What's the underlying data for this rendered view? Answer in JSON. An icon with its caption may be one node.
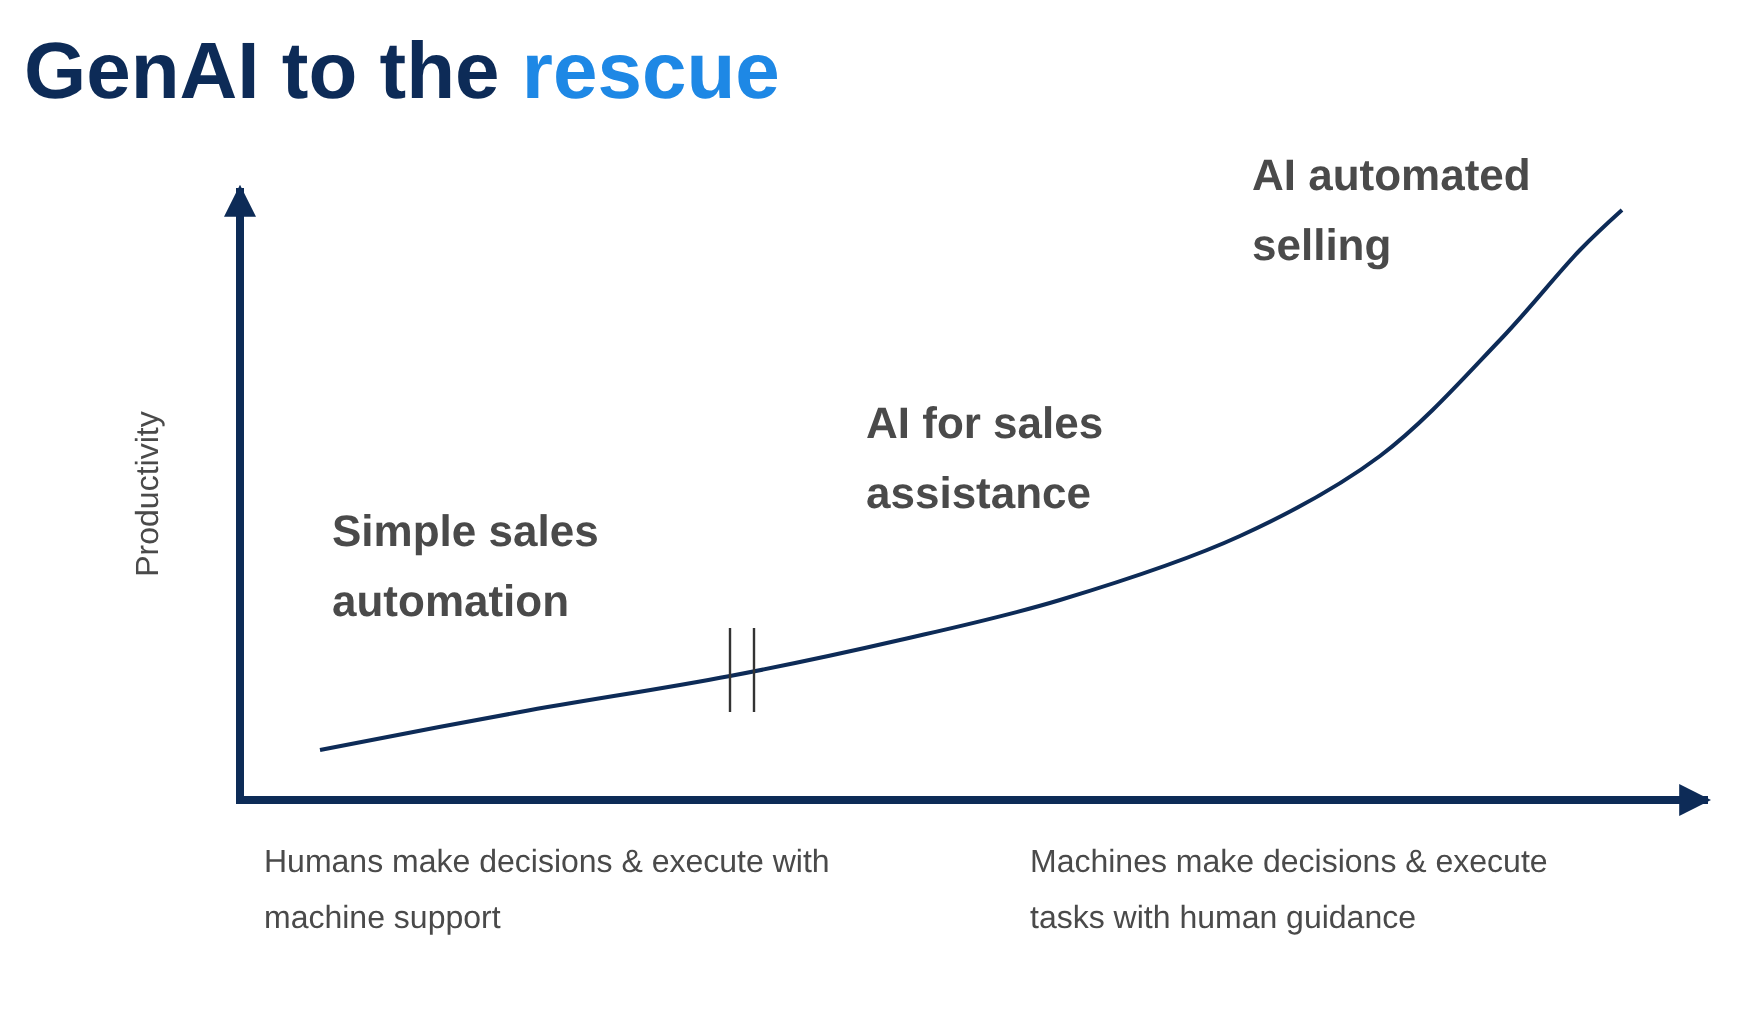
{
  "diagram": {
    "title": "GenAI to the rescue",
    "labels": [
      "AI automated selling",
      "AI for sales assistance",
      "Productivity",
      "Simple sales automation",
      "Humans make decisions & execute with machine support",
      "Machines make decisions & execute tasks with human guidance"
    ]
  }
}
